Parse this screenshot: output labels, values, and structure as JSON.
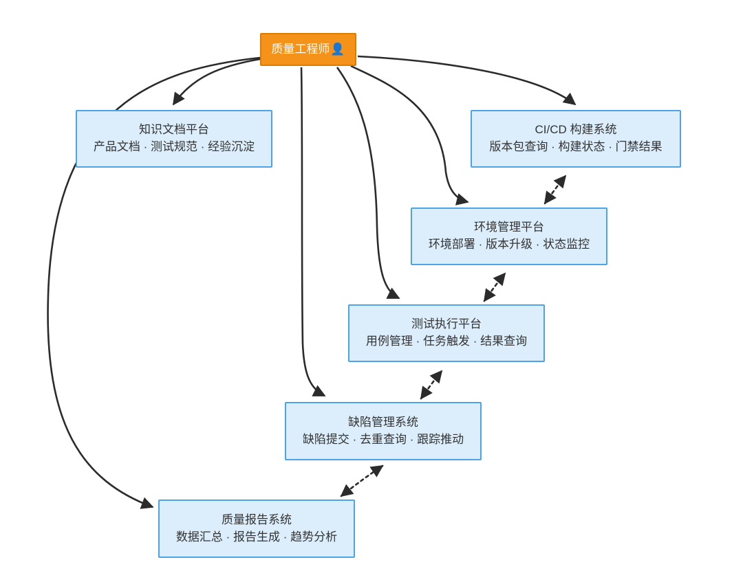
{
  "diagram": {
    "type": "flow-diagram",
    "background": "#ffffff",
    "node_fill": "#dceefb",
    "node_border": "#4da3e8",
    "actor_fill": "#f59219",
    "actor_border": "#e07b00",
    "edge_color": "#2b2b2b"
  },
  "actor": {
    "title": "质量工程师",
    "icon": "👤",
    "icon_name": "person-icon"
  },
  "nodes": [
    {
      "id": "knowledge",
      "title": "知识文档平台",
      "sub": "产品文档 · 测试规范 · 经验沉淀"
    },
    {
      "id": "cicd",
      "title": "CI/CD 构建系统",
      "sub": "版本包查询 · 构建状态 · 门禁结果"
    },
    {
      "id": "env",
      "title": "环境管理平台",
      "sub": "环境部署 · 版本升级 · 状态监控"
    },
    {
      "id": "testexec",
      "title": "测试执行平台",
      "sub": "用例管理 · 任务触发 · 结果查询"
    },
    {
      "id": "defect",
      "title": "缺陷管理系统",
      "sub": "缺陷提交 · 去重查询 · 跟踪推动"
    },
    {
      "id": "report",
      "title": "质量报告系统",
      "sub": "数据汇总 · 报告生成 · 趋势分析"
    }
  ]
}
